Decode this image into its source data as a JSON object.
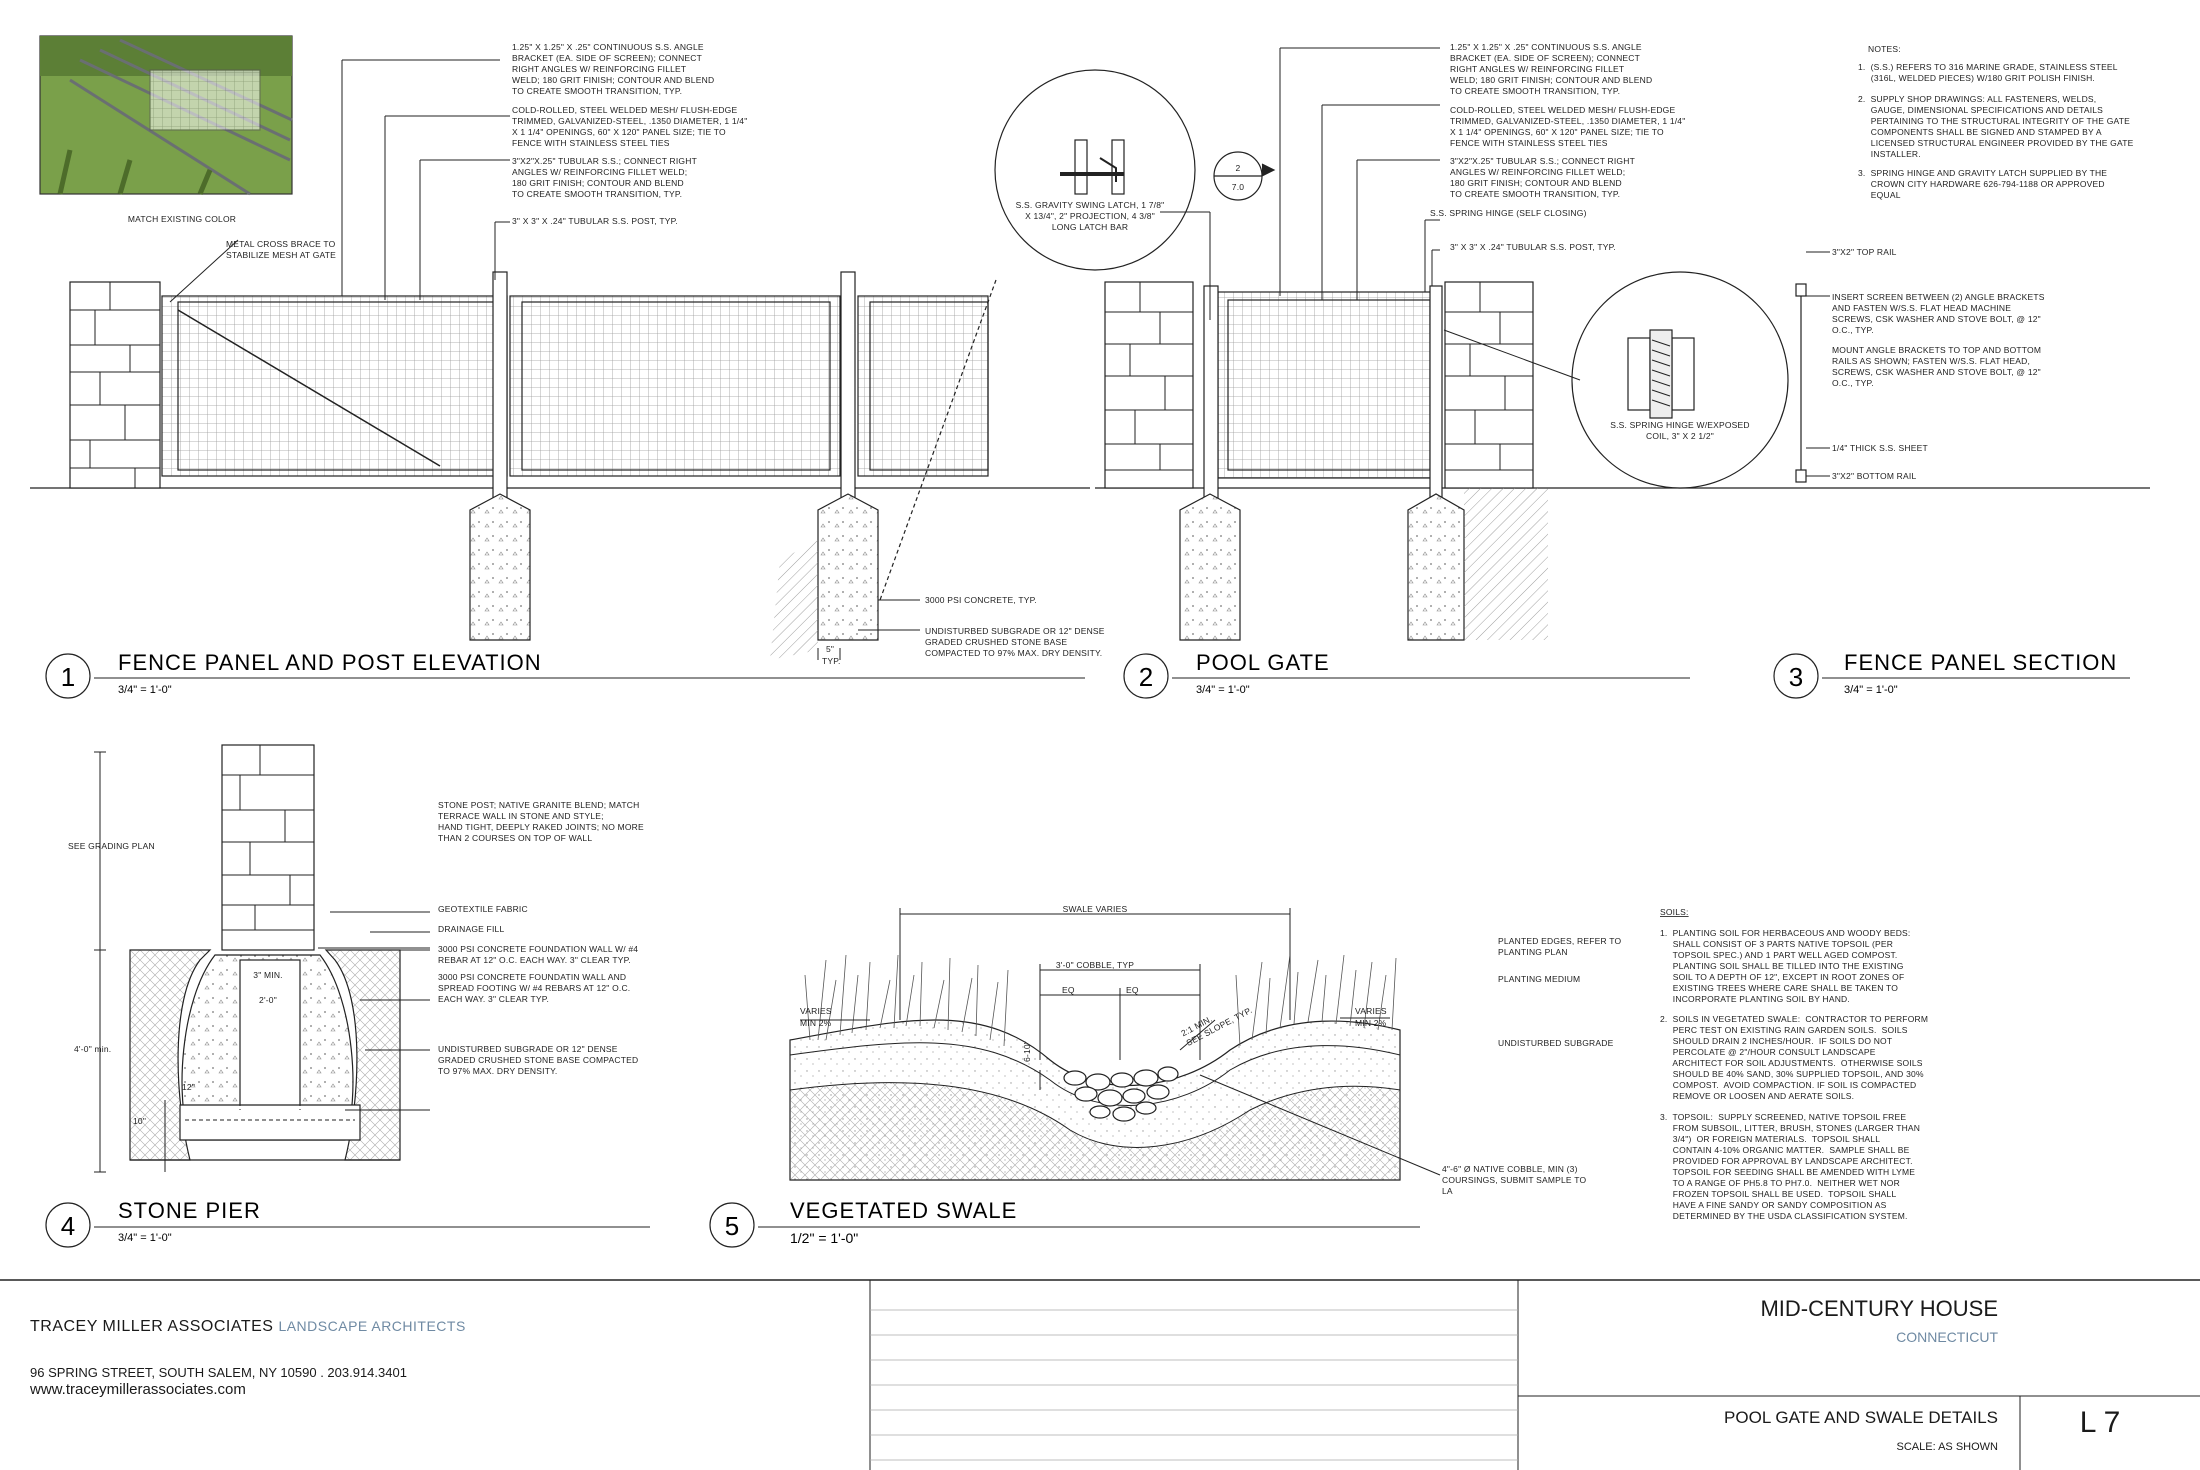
{
  "details": [
    {
      "num": "1",
      "title": "FENCE PANEL AND POST ELEVATION",
      "scale": "3/4\" = 1'-0\""
    },
    {
      "num": "2",
      "title": "POOL GATE",
      "scale": "3/4\" = 1'-0\""
    },
    {
      "num": "3",
      "title": "FENCE PANEL SECTION",
      "scale": "3/4\" = 1'-0\""
    },
    {
      "num": "4",
      "title": "STONE PIER",
      "scale": "3/4\" = 1'-0\""
    },
    {
      "num": "5",
      "title": "VEGETATED SWALE",
      "scale": "1/2\" = 1'-0\""
    }
  ],
  "detail1": {
    "photo_caption": "MATCH EXISTING COLOR",
    "brace_note": [
      "METAL CROSS BRACE TO",
      "STABILIZE MESH AT GATE"
    ],
    "notes": [
      [
        "1.25\" X 1.25\" X .25\" CONTINUOUS S.S. ANGLE",
        "BRACKET (EA. SIDE OF SCREEN); CONNECT",
        "RIGHT ANGLES W/ REINFORCING FILLET",
        "WELD; 180 GRIT FINISH; CONTOUR AND BLEND",
        "TO CREATE SMOOTH TRANSITION, TYP."
      ],
      [
        "COLD-ROLLED, STEEL WELDED MESH/ FLUSH-EDGE",
        "TRIMMED, GALVANIZED-STEEL, .1350 DIAMETER, 1 1/4\"",
        "X 1 1/4\" OPENINGS, 60\" X 120\" PANEL SIZE; TIE TO",
        "FENCE WITH STAINLESS STEEL TIES"
      ],
      [
        "3\"X2\"X.25\" TUBULAR S.S.; CONNECT RIGHT",
        "ANGLES W/ REINFORCING FILLET WELD;",
        "180 GRIT FINISH; CONTOUR AND BLEND",
        "TO CREATE SMOOTH TRANSITION, TYP."
      ],
      [
        "3\" X 3\" X .24\" TUBULAR S.S. POST, TYP."
      ]
    ],
    "concrete": "3000 PSI CONCRETE, TYP.",
    "subgrade": [
      "UNDISTURBED SUBGRADE OR 12\" DENSE",
      "GRADED CRUSHED STONE BASE",
      "COMPACTED TO 97% MAX. DRY DENSITY."
    ],
    "dim": [
      "5\"",
      "TYP."
    ]
  },
  "detail2": {
    "latch": [
      "S.S. GRAVITY SWING LATCH, 1 7/8\"",
      "X 13/4\", 2\" PROJECTION, 4 3/8\"",
      "LONG LATCH BAR"
    ],
    "section_marker": {
      "top": "2",
      "bottom": "7.0"
    },
    "notes": [
      [
        "1.25\" X 1.25\" X .25\" CONTINUOUS S.S. ANGLE",
        "BRACKET (EA. SIDE OF SCREEN); CONNECT",
        "RIGHT ANGLES W/ REINFORCING FILLET",
        "WELD; 180 GRIT FINISH; CONTOUR AND BLEND",
        "TO CREATE SMOOTH TRANSITION, TYP."
      ],
      [
        "COLD-ROLLED, STEEL WELDED MESH/ FLUSH-EDGE",
        "TRIMMED, GALVANIZED-STEEL, .1350 DIAMETER, 1 1/4\"",
        "X 1 1/4\" OPENINGS, 60\" X 120\" PANEL SIZE; TIE TO",
        "FENCE WITH STAINLESS STEEL TIES"
      ],
      [
        "3\"X2\"X.25\" TUBULAR S.S.; CONNECT RIGHT",
        "ANGLES W/ REINFORCING FILLET WELD;",
        "180 GRIT FINISH; CONTOUR AND BLEND",
        "TO CREATE SMOOTH TRANSITION, TYP."
      ],
      [
        "S.S. SPRING HINGE (SELF CLOSING)"
      ],
      [
        "3\" X 3\" X .24\" TUBULAR S.S. POST, TYP."
      ]
    ],
    "hinge": [
      "S.S. SPRING HINGE W/EXPOSED",
      "COIL, 3\" X 2 1/2\""
    ]
  },
  "general_notes": {
    "heading": "NOTES:",
    "items": [
      [
        "1.  (S.S.) REFERS TO 316 MARINE GRADE, STAINLESS STEEL",
        "     (316L, WELDED PIECES) W/180 GRIT POLISH FINISH."
      ],
      [
        "2.  SUPPLY SHOP DRAWINGS: ALL FASTENERS, WELDS,",
        "     GAUGE, DIMENSIONAL SPECIFICATIONS AND DETAILS",
        "     PERTAINING TO THE STRUCTURAL INTEGRITY OF THE GATE",
        "     COMPONENTS SHALL BE SIGNED AND STAMPED BY A",
        "     LICENSED STRUCTURAL ENGINEER PROVIDED BY THE GATE",
        "     INSTALLER."
      ],
      [
        "3.  SPRING HINGE AND GRAVITY LATCH SUPPLIED BY THE",
        "     CROWN CITY HARDWARE 626-794-1188 OR APPROVED",
        "     EQUAL"
      ]
    ]
  },
  "detail3": {
    "top_rail": "3\"X2\" TOP RAIL",
    "screen": [
      "INSERT SCREEN BETWEEN (2) ANGLE BRACKETS",
      "AND FASTEN W/S.S. FLAT HEAD MACHINE",
      "SCREWS, CSK WASHER AND STOVE BOLT, @ 12\"",
      "O.C., TYP."
    ],
    "mount": [
      "MOUNT ANGLE BRACKETS TO TOP AND BOTTOM",
      "RAILS AS SHOWN; FASTEN W/S.S. FLAT HEAD,",
      "SCREWS, CSK WASHER AND STOVE BOLT, @ 12\"",
      "O.C., TYP."
    ],
    "sheet": "1/4\" THICK S.S. SHEET",
    "bottom_rail": "3\"X2\" BOTTOM RAIL"
  },
  "detail4": {
    "see_grading": "SEE GRADING PLAN",
    "stone_post": [
      "STONE POST; NATIVE GRANITE BLEND; MATCH",
      "TERRACE WALL IN STONE AND STYLE;",
      "HAND TIGHT, DEEPLY RAKED JOINTS; NO MORE",
      "THAN 2 COURSES ON TOP OF WALL"
    ],
    "geotextile": "GEOTEXTILE FABRIC",
    "drainage": "DRAINAGE FILL",
    "found_wall": [
      "3000 PSI CONCRETE FOUNDATION WALL W/ #4",
      "REBAR AT 12\" O.C. EACH WAY. 3\" CLEAR TYP."
    ],
    "footing": [
      "3000 PSI CONCRETE FOUNDATIN WALL AND",
      "SPREAD FOOTING W/ #4 REBARS AT 12\" O.C.",
      "EACH WAY.  3\" CLEAR TYP."
    ],
    "subgrade": [
      "UNDISTURBED SUBGRADE OR 12\" DENSE",
      "GRADED CRUSHED STONE BASE COMPACTED",
      "TO 97% MAX. DRY DENSITY."
    ],
    "dims": {
      "min": "3\" MIN.",
      "width": "2'-0\"",
      "depth": "4'-0\" min.",
      "toe": "12\"",
      "foot": "10\""
    }
  },
  "detail5": {
    "swale_varies": "SWALE VARIES",
    "cobble": "3'-0\" COBBLE, TYP",
    "eq1": "EQ",
    "eq2": "EQ",
    "varies_left": [
      "VARIES",
      "MIN 2%"
    ],
    "varies_right": [
      "VARIES",
      "MIN 2%"
    ],
    "slope": [
      "2:1 MIN.",
      "SEE SLOPE, TYP."
    ],
    "depth": "6-10\"",
    "planted_edges": [
      "PLANTED EDGES, REFER TO",
      "PLANTING PLAN"
    ],
    "planting_medium": "PLANTING MEDIUM",
    "undisturbed": "UNDISTURBED SUBGRADE",
    "cobble_note": [
      "4\"-6\" Ø NATIVE COBBLE, MIN (3)",
      "COURSINGS, SUBMIT SAMPLE TO",
      "LA"
    ]
  },
  "soils": {
    "heading": "SOILS:",
    "items": [
      [
        "1.  PLANTING SOIL FOR HERBACEOUS AND WOODY BEDS:",
        "     SHALL CONSIST OF 3 PARTS NATIVE TOPSOIL (PER",
        "     TOPSOIL SPEC.) AND 1 PART WELL AGED COMPOST.",
        "     PLANTING SOIL SHALL BE TILLED INTO THE EXISTING",
        "     SOIL TO A DEPTH OF 12\", EXCEPT IN ROOT ZONES OF",
        "     EXISTING TREES WHERE CARE SHALL BE TAKEN TO",
        "     INCORPORATE PLANTING SOIL BY HAND."
      ],
      [
        "2.  SOILS IN VEGETATED SWALE:  CONTRACTOR TO PERFORM",
        "     PERC TEST ON EXISTING RAIN GARDEN SOILS.  SOILS",
        "     SHOULD DRAIN 2 INCHES/HOUR.  IF SOILS DO NOT",
        "     PERCOLATE @ 2\"/HOUR CONSULT LANDSCAPE",
        "     ARCHITECT FOR SOIL ADJUSTMENTS.  OTHERWISE SOILS",
        "     SHOULD BE 40% SAND, 30% SUPPLIED TOPSOIL, AND 30%",
        "     COMPOST.  AVOID COMPACTION. IF SOIL IS COMPACTED",
        "     REMOVE OR LOOSEN AND AERATE SOILS."
      ],
      [
        "3.  TOPSOIL:  SUPPLY SCREENED, NATIVE TOPSOIL FREE",
        "     FROM SUBSOIL, LITTER, BRUSH, STONES (LARGER THAN",
        "     3/4\")  OR FOREIGN MATERIALS.  TOPSOIL SHALL",
        "     CONTAIN 4-10% ORGANIC MATTER.  SAMPLE SHALL BE",
        "     PROVIDED FOR APPROVAL BY LANDSCAPE ARCHITECT.",
        "     TOPSOIL FOR SEEDING SHALL BE AMENDED WITH LYME",
        "     TO A RANGE OF PH5.8 TO PH7.0.  NEITHER WET NOR",
        "     FROZEN TOPSOIL SHALL BE USED.  TOPSOIL SHALL",
        "     HAVE A FINE SANDY OR SANDY COMPOSITION AS",
        "     DETERMINED BY THE USDA CLASSIFICATION SYSTEM."
      ]
    ]
  },
  "title_block": {
    "firm": "TRACEY MILLER ASSOCIATES",
    "firm_sub": "LANDSCAPE ARCHITECTS",
    "address": "96 SPRING STREET, SOUTH SALEM, NY  10590  .  203.914.3401",
    "website": "www.traceymillerassociates.com",
    "project": "MID-CENTURY HOUSE",
    "location": "CONNECTICUT",
    "sheet_title": "POOL GATE AND SWALE DETAILS",
    "scale": "SCALE: AS SHOWN",
    "sheet_no": "L 7"
  },
  "colors": {
    "line": "#1a1a1a",
    "accent": "#6f8aa3",
    "grass": "#5f8a3a"
  }
}
